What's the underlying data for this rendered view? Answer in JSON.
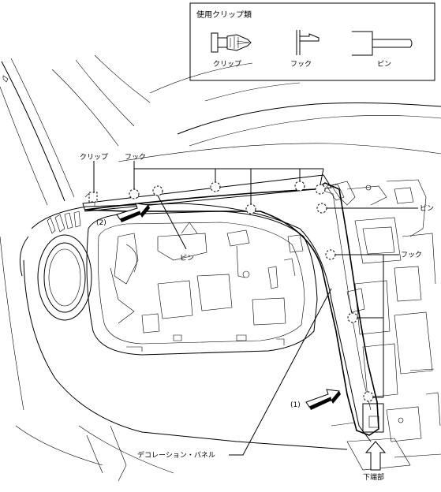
{
  "legend": {
    "title": "使用クリップ類",
    "items": [
      {
        "label": "クリップ",
        "icon": "clip-icon"
      },
      {
        "label": "フック",
        "icon": "hook-icon"
      },
      {
        "label": "ピン",
        "icon": "pin-icon"
      }
    ]
  },
  "callouts": {
    "clip": "クリップ",
    "hook_top": "フック",
    "pin_left": "ピン",
    "pin_right": "ピン",
    "hook_right": "フック",
    "step1": "(1)",
    "step2": "(2)",
    "panel": "デコレーション・パネル",
    "bottom_end": "下端部"
  }
}
